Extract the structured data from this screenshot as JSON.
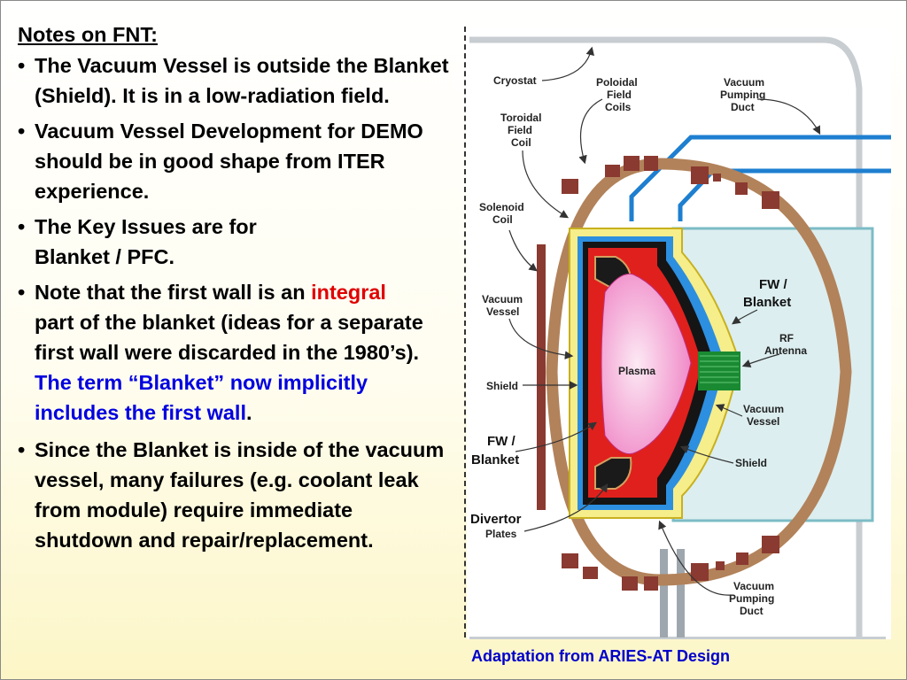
{
  "notes": {
    "title": "Notes on FNT:",
    "bullets": [
      {
        "text": "The Vacuum Vessel is outside the Blanket (Shield). It is in a low-radiation field."
      },
      {
        "text": "Vacuum Vessel Development for DEMO should be in good shape from ITER experience."
      },
      {
        "text": "The Key Issues are for Blanket / PFC."
      },
      {
        "pre": "Note that the first wall is an ",
        "red": "integral",
        "mid": " part of the blanket (ideas for a separate first wall were discarded in the 1980’s). ",
        "blue": "The term “Blanket” now implicitly includes the first wall",
        "post": "."
      },
      {
        "text": "Since the Blanket is inside of the vacuum vessel, many failures (e.g. coolant leak from module) require immediate shutdown and repair/replacement."
      }
    ]
  },
  "diagram": {
    "labels": {
      "cryostat": "Cryostat",
      "poloidal_1": "Poloidal",
      "poloidal_2": "Field",
      "poloidal_3": "Coils",
      "vacuum_duct_1": "Vacuum",
      "vacuum_duct_2": "Pumping",
      "vacuum_duct_3": "Duct",
      "toroidal_1": "Toroidal",
      "toroidal_2": "Field",
      "toroidal_3": "Coil",
      "solenoid_1": "Solenoid",
      "solenoid_2": "Coil",
      "vv_left_1": "Vacuum",
      "vv_left_2": "Vessel",
      "shield_left": "Shield",
      "fw_left_1": "FW /",
      "fw_left_2": "Blanket",
      "divertor_1": "Divertor",
      "divertor_2": "Plates",
      "fw_right_1": "FW /",
      "fw_right_2": "Blanket",
      "rf_1": "RF",
      "rf_2": "Antenna",
      "plasma": "Plasma",
      "vv_right_1": "Vacuum",
      "vv_right_2": "Vessel",
      "shield_right": "Shield",
      "bottom_duct_1": "Vacuum",
      "bottom_duct_2": "Pumping",
      "bottom_duct_3": "Duct"
    }
  },
  "caption": "Adaptation from ARIES-AT Design"
}
